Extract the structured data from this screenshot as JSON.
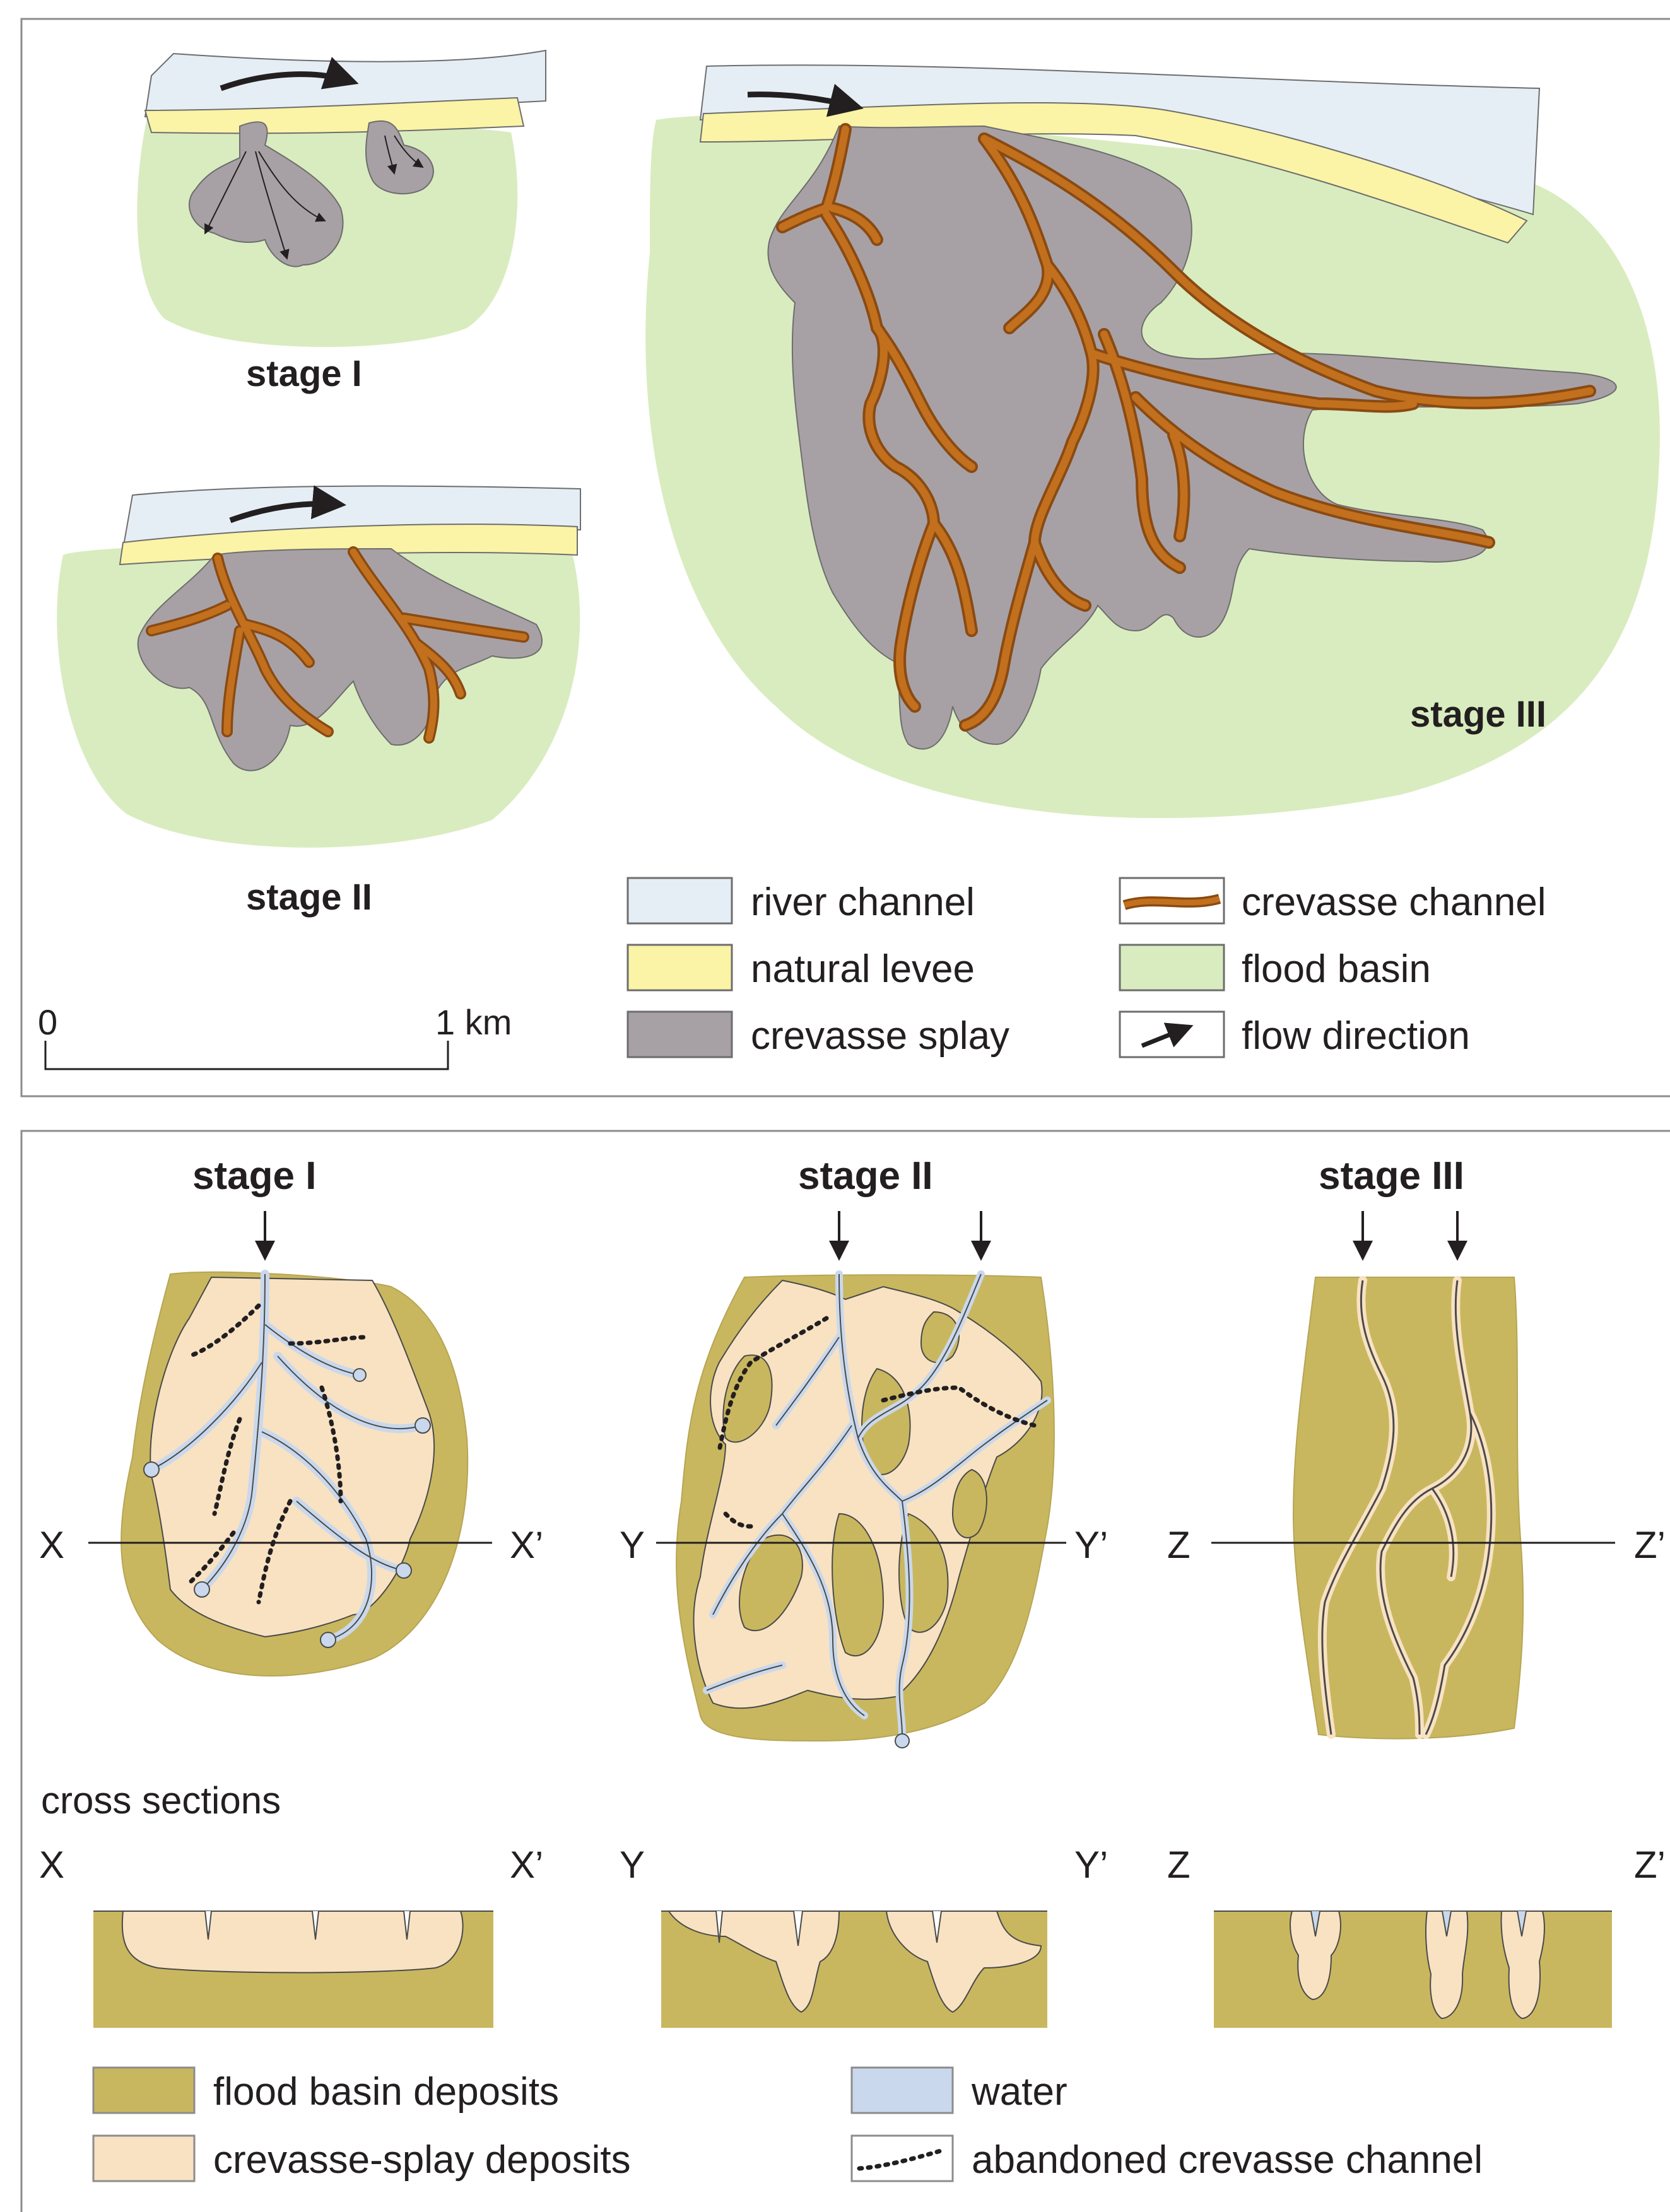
{
  "top_panel": {
    "stage1_label": "stage I",
    "stage2_label": "stage II",
    "stage3_label": "stage III",
    "scale": {
      "zero": "0",
      "one_km": "1 km"
    },
    "legend": [
      {
        "key": "river-channel",
        "label": "river channel",
        "color": "#e6eef5"
      },
      {
        "key": "natural-levee",
        "label": "natural levee",
        "color": "#fbf3a6"
      },
      {
        "key": "crevasse-splay",
        "label": "crevasse splay",
        "color": "#a7a1a6"
      },
      {
        "key": "crevasse-channel",
        "label": "crevasse channel",
        "color": "#c2701d"
      },
      {
        "key": "flood-basin",
        "label": "flood basin",
        "color": "#d9ecbf"
      },
      {
        "key": "flow-direction",
        "label": "flow direction",
        "icon": "arrow-icon"
      }
    ]
  },
  "bottom_panel": {
    "stage1_label": "stage I",
    "stage2_label": "stage II",
    "stage3_label": "stage III",
    "section_lines": {
      "x": "X",
      "x_prime": "X’",
      "y": "Y",
      "y_prime": "Y’",
      "z": "Z",
      "z_prime": "Z’"
    },
    "cross_sections_label": "cross sections",
    "legend": [
      {
        "key": "flood-basin-deposits",
        "label": "flood basin deposits",
        "color": "#c9b75f"
      },
      {
        "key": "crevasse-splay-deposits",
        "label": "crevasse-splay deposits",
        "color": "#f8e2c2"
      },
      {
        "key": "water",
        "label": "water",
        "color": "#c9d8ec"
      },
      {
        "key": "abandoned-crevasse-channel",
        "label": "abandoned crevasse channel",
        "icon": "dotted-line-icon"
      }
    ]
  }
}
